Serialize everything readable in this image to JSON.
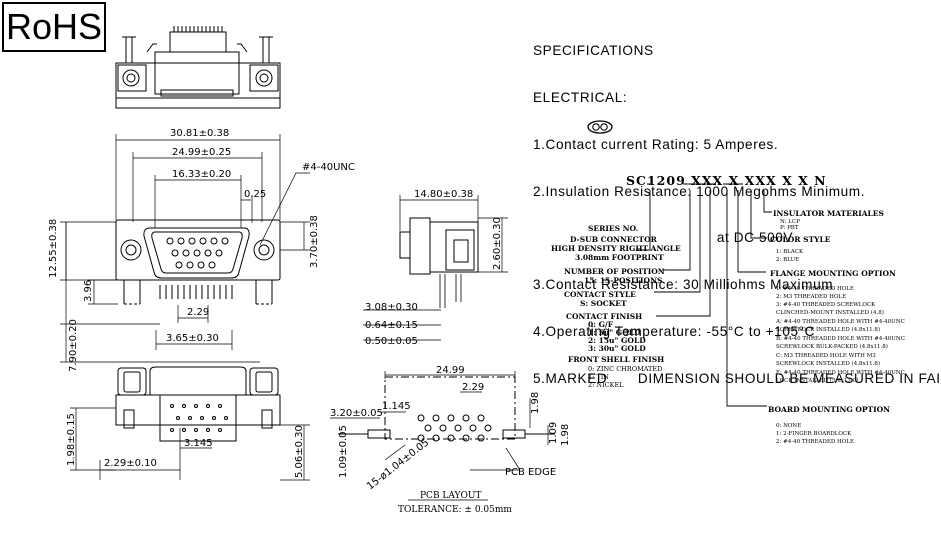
{
  "badge": {
    "text": "RoHS"
  },
  "specifications": {
    "heading": "SPECIFICATIONS",
    "subheading": "ELECTRICAL:",
    "items": [
      "1.Contact current Rating: 5 Amperes.",
      "2.Insulation Resistance: 1000 Megohms Minimum.",
      "                                          at DC 500V",
      "3.Contact Resistance: 30 Milliohms Maximum",
      "4.Operating Temperature: -55°C to +105°C",
      "5.MARKED       DIMENSION SHOULD BE MEASURED IN FAI"
    ]
  },
  "front_view": {
    "dims": {
      "overall_width": "30.81±0.38",
      "shell_width": "24.99±0.25",
      "face_width": "16.33±0.20",
      "offset": "0.25",
      "thread": "#4-40UNC",
      "height_left": "12.55±0.38",
      "height_right": "3.70±0.38",
      "pin_offset": "3.96",
      "pitch": "2.29",
      "bottom": "3.65±0.30",
      "total_height": "7.90±0.20"
    }
  },
  "side_view": {
    "dims": {
      "depth": "14.80±0.38",
      "height": "2.60±0.30",
      "d1": "3.08±0.30",
      "d2": "0.64±0.15",
      "d3": "0.50±0.05"
    }
  },
  "bottom_view": {
    "dims": {
      "v1": "1.98±0.15",
      "h1": "2.29±0.10",
      "h2": "3.145",
      "v2": "5.06±0.30"
    }
  },
  "pcb_layout": {
    "title": "PCB LAYOUT",
    "tolerance": "TOLERANCE: ± 0.05mm",
    "dims": {
      "width": "24.99",
      "pitch": "2.29",
      "d1": "3.20±0.05",
      "d2": "1.145",
      "d3": "1.98",
      "d4": "1.09",
      "d5": "1.98",
      "d6": "1.09±0.05",
      "holes": "15-ø1.04±0.05",
      "edge": "PCB EDGE"
    }
  },
  "part_number": {
    "code": "SC1209 XXX X XXX X X N",
    "series_label": "SERIES NO.",
    "series_desc": [
      "D-SUB CONNECTOR",
      "HIGH DENSITY RIGHT ANGLE",
      "3.08mm FOOTPRINT"
    ],
    "positions_label": "NUMBER OF POSITION",
    "positions_value": "15: 15-POSITIONS",
    "contact_style_label": "CONTACT STYLE",
    "contact_style_value": "S: SOCKET",
    "contact_finish_label": "CONTACT FINISH",
    "contact_finish_values": [
      "0: G/F",
      "1: 5u\" GOLD",
      "2: 15u\" GOLD",
      "3: 30u\" GOLD"
    ],
    "shell_finish_label": "FRONT SHELL FINISH",
    "shell_finish_values": [
      "0: ZINC CHROMATED",
      "1: TIN",
      "2: NICKEL"
    ],
    "insulator_label": "INSULATOR MATERIALES",
    "insulator_values": [
      "N: LCP",
      "P: PBT"
    ],
    "color_label": "COLOR STYLE",
    "color_values": [
      "1: BLACK",
      "2: BLUE"
    ],
    "flange_label": "FLANGE MOUNTING OPTION",
    "flange_values": [
      "1: #4-40 THREADED HOLE",
      "2: M3 THREADED HOLE",
      "3: #4-40 THREADED SCREWLOCK",
      "     CLINCHED-MOUNT INSTALLED (4.8)",
      "A: #4-40 THREADED HOLE WITH #4-40UNC",
      "     SCREWLOCK INSTALLED (4.8x11.8)",
      "B: #4-40 THREADED HOLE WITH #4-40UNC",
      "     SCREWLOCK BULK-PACKED (4.8x11.8)",
      "C: M3 THREADED HOLE WITH M3",
      "     SCREWLOCK INSTALLED (4.8x11.8)",
      "E: #4-40 THREADED HOLE WITH #4-40UNC",
      "     LOCK INSTALLED (5.8x13.0)"
    ],
    "board_label": "BOARD MOUNTING OPTION",
    "board_values": [
      "0: NONE",
      "1: 2-FINGER BOARDLOCK",
      "2: #4-40 THREADED HOLE"
    ]
  }
}
